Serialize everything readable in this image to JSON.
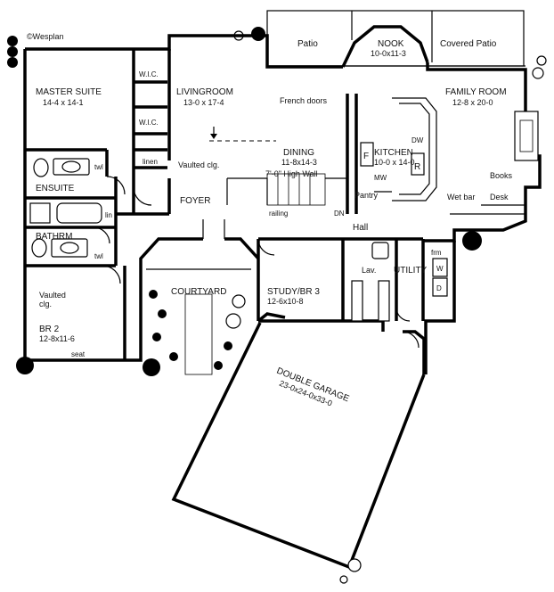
{
  "copyright": "©Wesplan",
  "rooms": {
    "master_suite": {
      "name": "MASTER SUITE",
      "dims": "14-4 x 14-1"
    },
    "wic_1": "W.I.C.",
    "wic_2": "W.I.C.",
    "linen": "linen",
    "ensuite": "ENSUITE",
    "twl_1": "twl",
    "lin": "lin",
    "bathrm": "BATHRM",
    "twl_2": "twl",
    "br2": {
      "name": "BR 2",
      "dims": "12-8x11-6",
      "note": "Vaulted clg.",
      "seat": "seat"
    },
    "livingroom": {
      "name": "LIVINGROOM",
      "dims": "13-0 x 17-4",
      "note": "Vaulted clg."
    },
    "dining": {
      "name": "DINING",
      "dims": "11-8x14-3",
      "note": "7'-0\" High Wall"
    },
    "railing": "railing",
    "dn": "DN",
    "foyer": "FOYER",
    "courtyard": "COURTYARD",
    "patio": "Patio",
    "french_doors": "French doors",
    "nook": {
      "name": "NOOK",
      "dims": "10-0x11-3"
    },
    "covered_patio": "Covered Patio",
    "family_room": {
      "name": "FAMILY ROOM",
      "dims": "12-8 x 20-0"
    },
    "kitchen": {
      "name": "KITCHEN",
      "dims": "10-0 x 14-0",
      "f": "F",
      "r": "R",
      "mw": "MW",
      "dw": "DW"
    },
    "pantry": "Pantry",
    "books": "Books",
    "wet_bar": "Wet bar",
    "desk": "Desk",
    "hall": "Hall",
    "study": {
      "name": "STUDY/BR 3",
      "dims": "12-6x10-8"
    },
    "lav": "Lav.",
    "utility": "UTILITY",
    "w": "W",
    "d": "D",
    "frm": "frm",
    "garage": {
      "name": "DOUBLE GARAGE",
      "dims": "23-0x24-0x33-0"
    }
  }
}
